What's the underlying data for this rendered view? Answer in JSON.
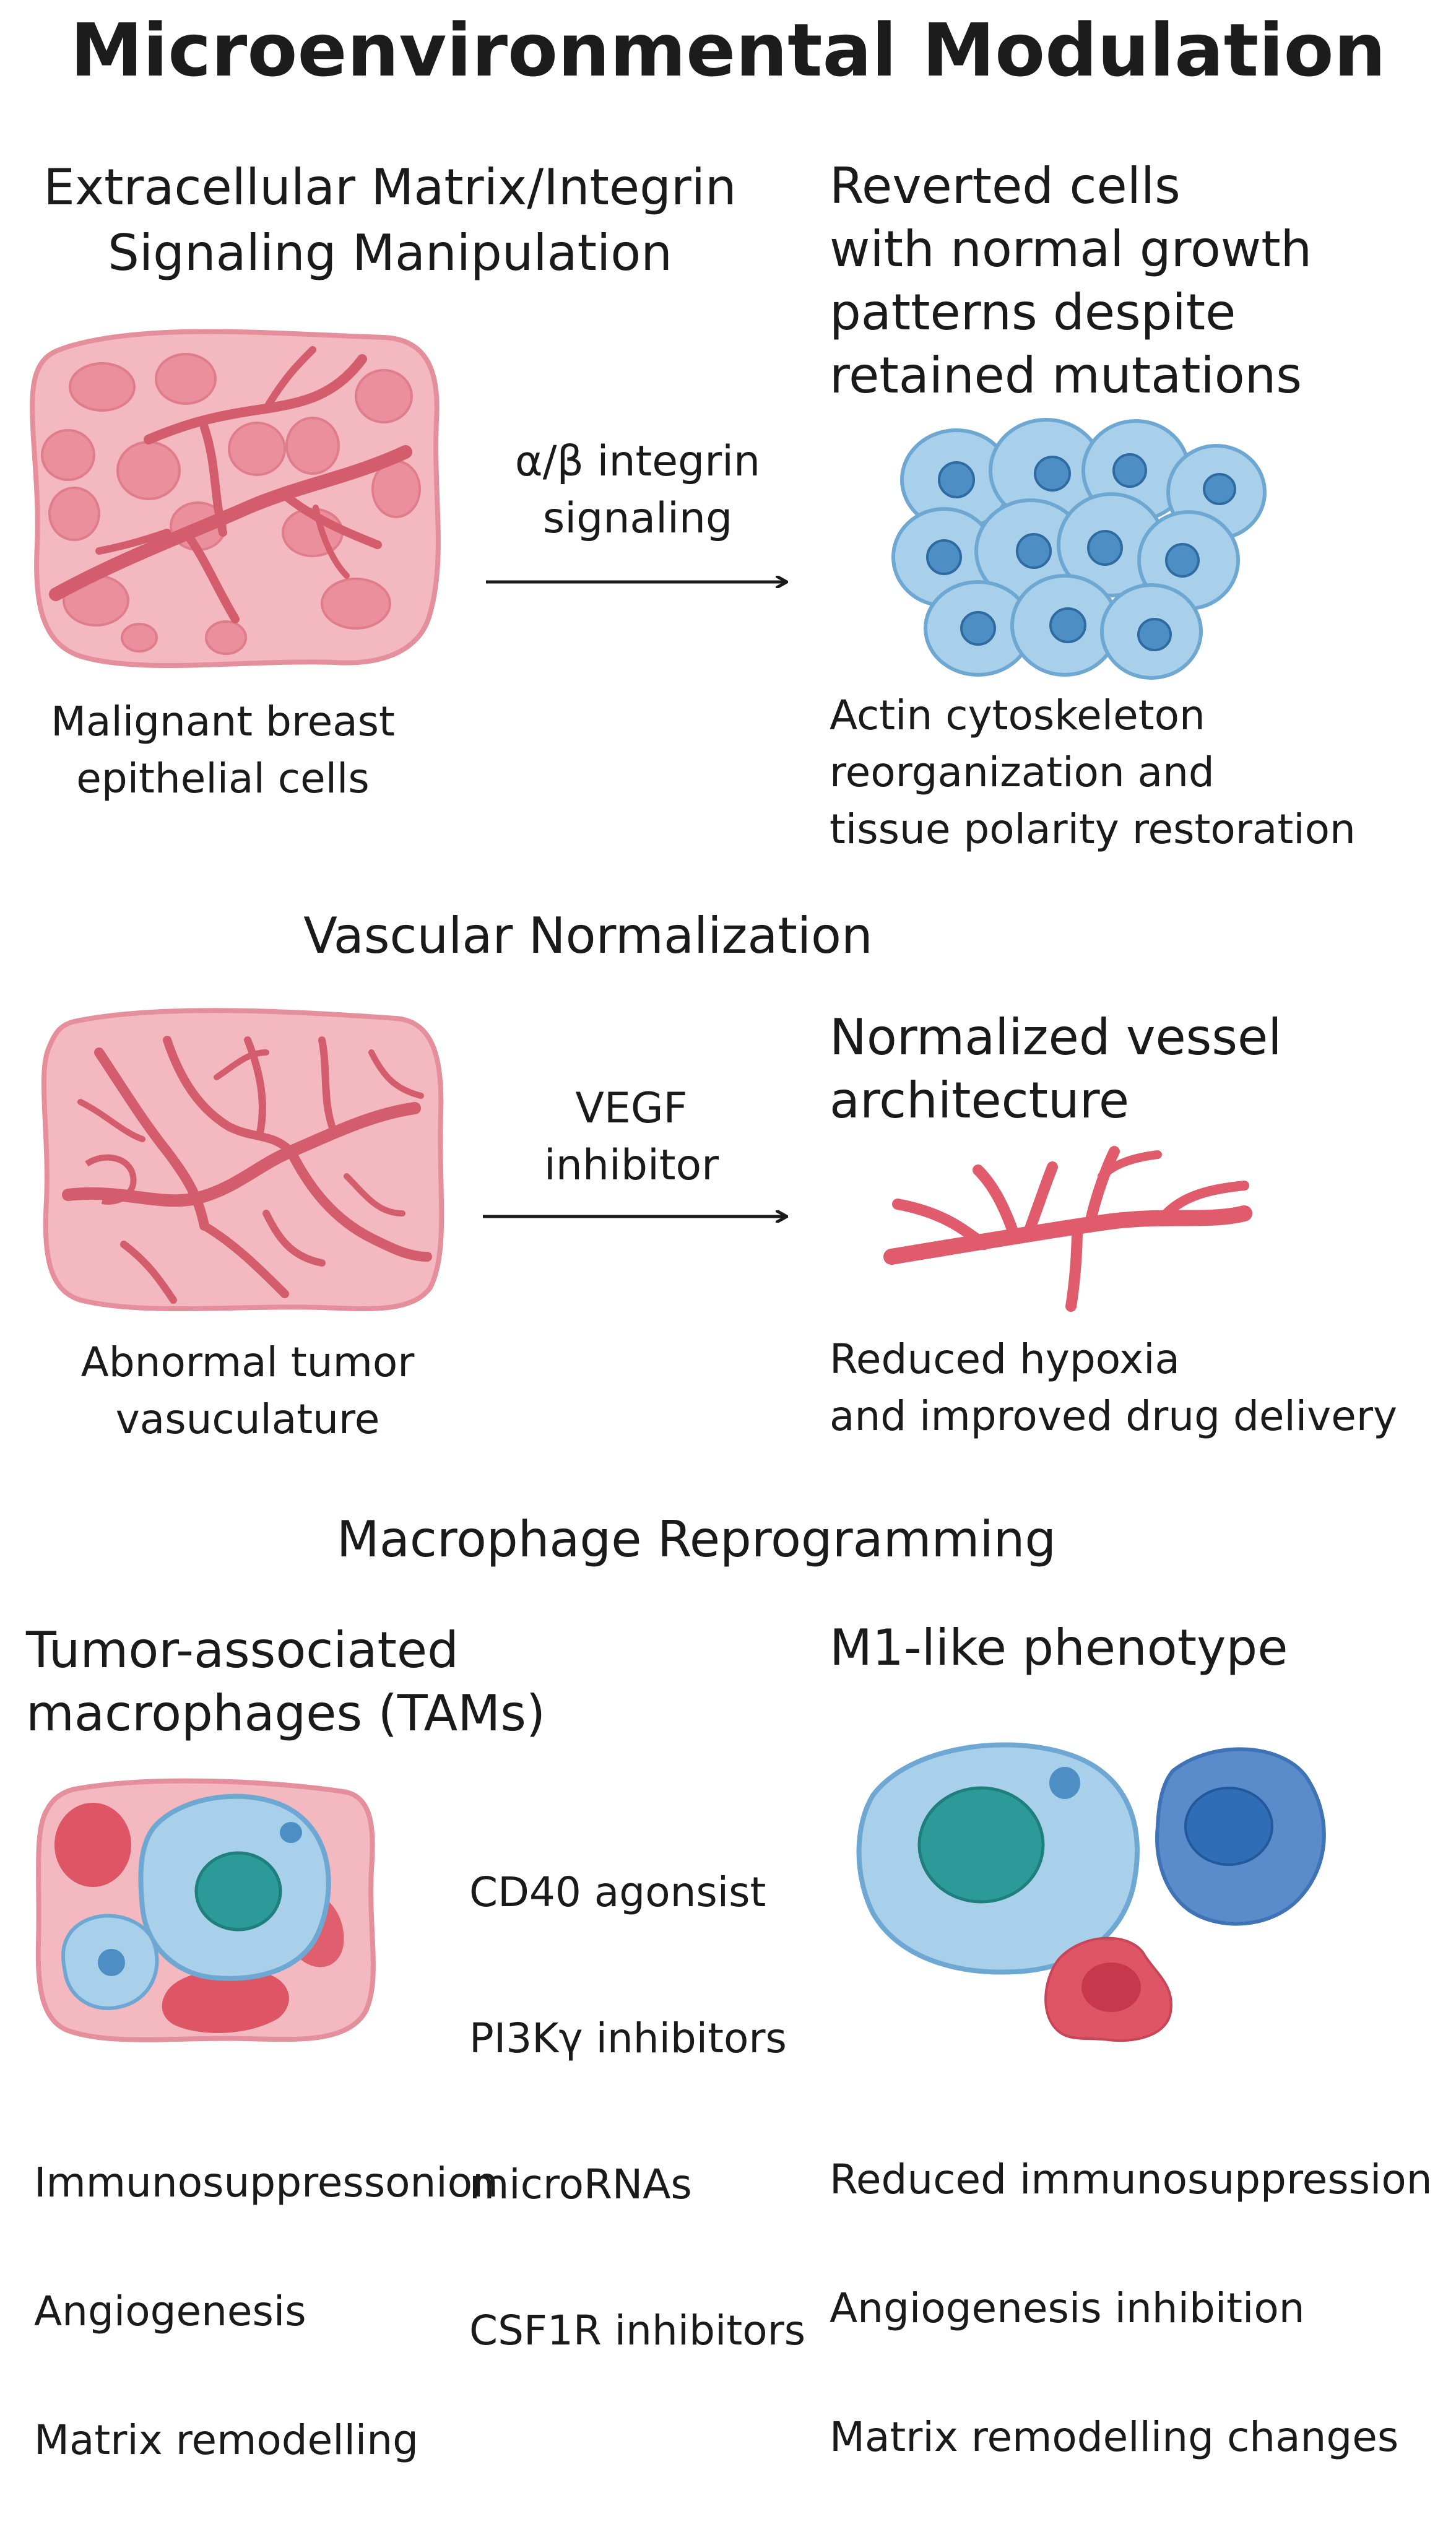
{
  "title": "Microenvironmental Modulation",
  "colors": {
    "tumor_fill": "#f4b8c0",
    "tumor_stroke": "#e48f9b",
    "vessel_red": "#d95a6a",
    "cell_blue": "#a9d0ea",
    "cell_blue_stroke": "#6ea8d2",
    "nucleus_blue": "#4d8fc4",
    "teal_nucleus": "#2c9a98",
    "dark_blue_cell": "#5a8ccb",
    "dark_blue_nucleus": "#2f6db6",
    "red_cell": "#de5566"
  },
  "section1": {
    "heading": "Extracellular Matrix/Integrin\nSignaling Manipulation",
    "left_label": "Malignant breast\nepithelial cells",
    "arrow_label": "α/β integrin\nsignaling",
    "right_heading": "Reverted cells\nwith normal growth\npatterns despite\nretained mutations",
    "right_desc": "Actin cytoskeleton\nreorganization and\ntissue polarity restoration"
  },
  "section2": {
    "heading": "Vascular Normalization",
    "left_label": "Abnormal tumor\nvasuculature",
    "arrow_label": "VEGF\ninhibitor",
    "right_heading": "Normalized vessel\narchitecture",
    "right_desc": "Reduced hypoxia\nand improved drug delivery"
  },
  "section3": {
    "heading": "Macrophage Reprogramming",
    "left_heading": "Tumor-associated\nmacrophages (TAMs)",
    "treatments": [
      "CD40 agonsist",
      "PI3Kγ inhibitors",
      "microRNAs",
      "CSF1R inhibitors"
    ],
    "left_effects": [
      "Immunosuppressonion",
      "Angiogenesis",
      "Matrix remodelling"
    ],
    "right_heading": "M1-like phenotype",
    "right_effects": [
      "Reduced immunosuppression",
      "Angiogenesis inhibition",
      "Matrix remodelling changes"
    ]
  }
}
